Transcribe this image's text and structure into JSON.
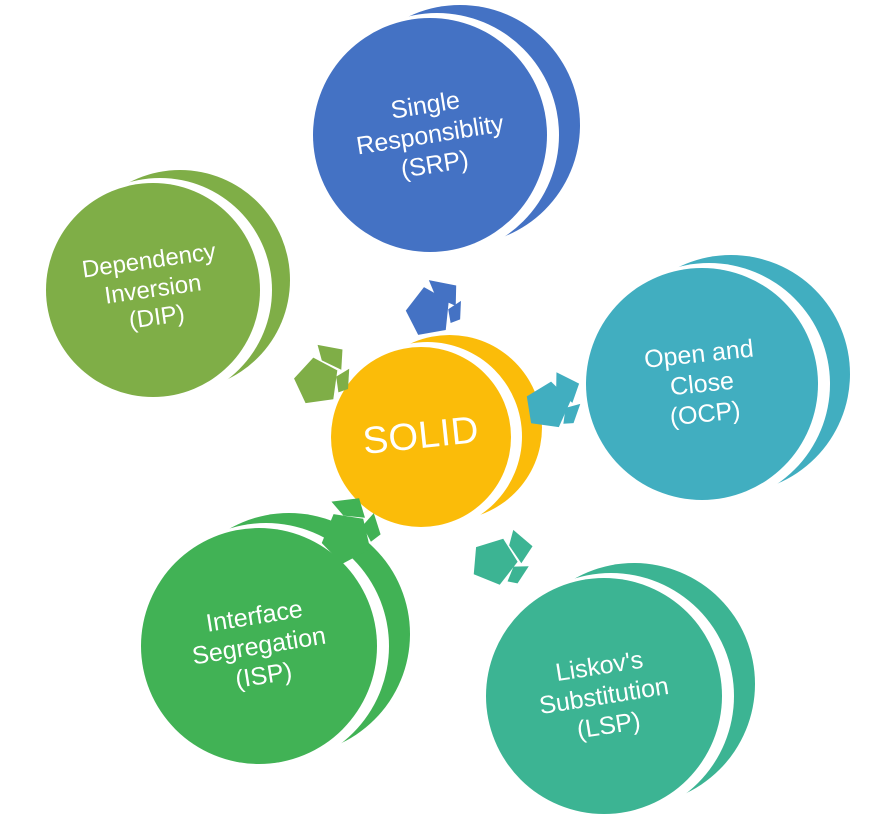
{
  "diagram": {
    "title": "SOLID",
    "center": {
      "id": "solid",
      "label": "SOLID",
      "color": "#FBBC09",
      "text_color": "#FFFFFF"
    },
    "principles": [
      {
        "id": "srp",
        "line1": "Single",
        "line2": "Responsiblity",
        "line3": "(SRP)",
        "color": "#4472C4",
        "text_color": "#FFFFFF",
        "position": "top"
      },
      {
        "id": "ocp",
        "line1": "Open and",
        "line2": "Close",
        "line3": "(OCP)",
        "color": "#41AEC0",
        "text_color": "#FFFFFF",
        "position": "right"
      },
      {
        "id": "lsp",
        "line1": "Liskov's",
        "line2": "Substitution",
        "line3": "(LSP)",
        "color": "#3CB493",
        "text_color": "#FFFFFF",
        "position": "bottom-right"
      },
      {
        "id": "isp",
        "line1": "Interface",
        "line2": "Segregation",
        "line3": "(ISP)",
        "color": "#41B255",
        "text_color": "#FFFFFF",
        "position": "bottom-left"
      },
      {
        "id": "dip",
        "line1": "Dependency",
        "line2": "Inversion",
        "line3": "(DIP)",
        "color": "#7FAE47",
        "text_color": "#FFFFFF",
        "position": "left"
      }
    ],
    "connectors": [
      {
        "id": "connector-srp",
        "icon": "pentagon-chip-icon",
        "color": "#4472C4"
      },
      {
        "id": "connector-ocp",
        "icon": "pentagon-chip-icon",
        "color": "#41AEC0"
      },
      {
        "id": "connector-lsp",
        "icon": "pentagon-chip-icon",
        "color": "#3CB493"
      },
      {
        "id": "connector-isp",
        "icon": "pentagon-chip-icon",
        "color": "#41B255"
      },
      {
        "id": "connector-dip",
        "icon": "pentagon-chip-icon",
        "color": "#7FAE47"
      }
    ],
    "background_color": "#FFFFFF"
  }
}
